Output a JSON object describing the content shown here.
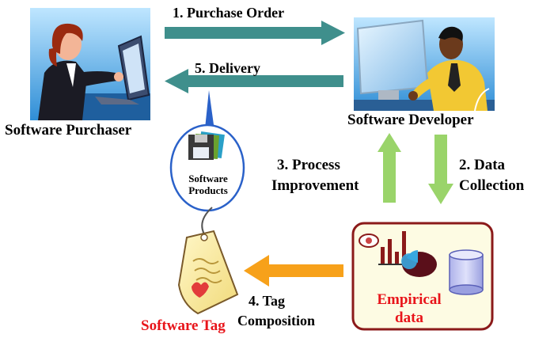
{
  "actors": {
    "purchaser": {
      "label": "Software Purchaser",
      "icon": "purchaser-at-laptop-icon"
    },
    "developer": {
      "label": "Software Developer",
      "icon": "developer-at-computer-icon"
    }
  },
  "flows": {
    "purchase_order": "1. Purchase Order",
    "delivery": "5. Delivery",
    "process_improvement": [
      "3. Process",
      "Improvement"
    ],
    "data_collection": [
      "2. Data",
      "Collection"
    ],
    "tag_composition": [
      "4. Tag",
      "Composition"
    ]
  },
  "products": {
    "label": [
      "Software",
      "Products"
    ],
    "icon": "floppy-disks-icon"
  },
  "empirical": {
    "label": [
      "Empirical",
      "data"
    ],
    "icon": "charts-and-database-icon"
  },
  "tag": {
    "label": "Software Tag",
    "icon": "hanging-tag-icon"
  },
  "colors": {
    "teal_arrow": "#3f8f8c",
    "green_arrow": "#9ad46a",
    "orange_arrow": "#f7a11a",
    "empirical_box_border": "#8b1a1a",
    "empirical_box_fill": "#fdfbe3",
    "red_text": "#e8141a",
    "bubble_border": "#2a61c9"
  }
}
